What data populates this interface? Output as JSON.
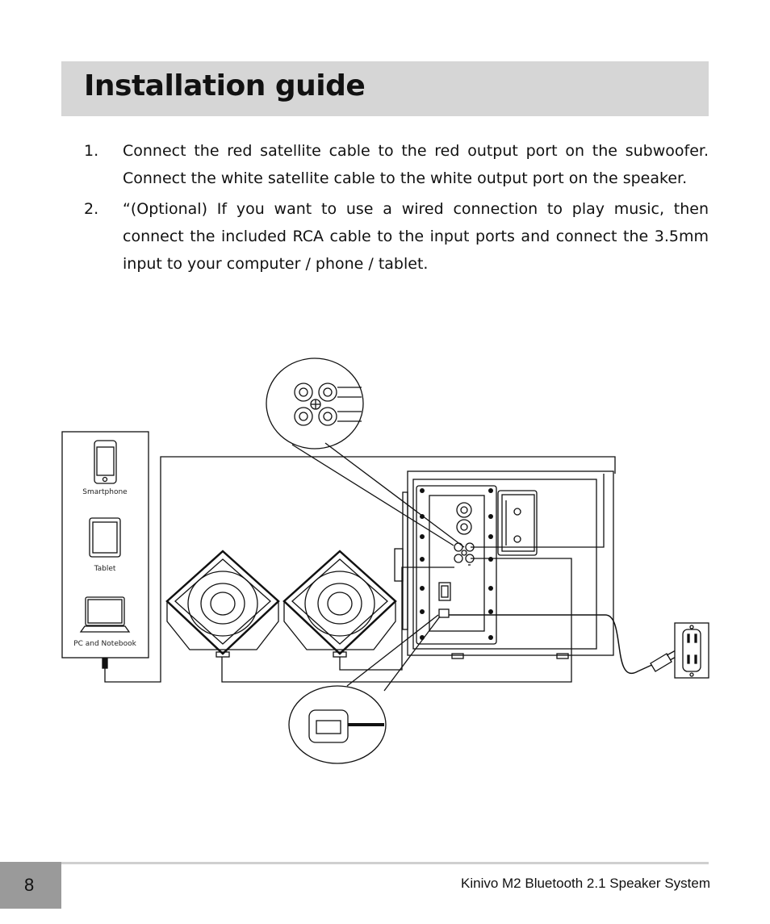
{
  "header": {
    "title": "Installation guide"
  },
  "steps": [
    {
      "number": "1.",
      "text": "Connect the red satellite cable to the red output port on the subwoofer. Connect the white satellite cable to the white output port on the speaker."
    },
    {
      "number": "2.",
      "text": "“(Optional) If you want to use a wired connection to play music, then connect the included RCA cable to the input ports and connect the 3.5mm input to your computer / phone / tablet."
    }
  ],
  "diagram": {
    "devices": [
      "Smartphone",
      "Tablet",
      "PC and Notebook"
    ]
  },
  "footer": {
    "page_number": "8",
    "product": "Kinivo M2 Bluetooth 2.1 Speaker System"
  }
}
